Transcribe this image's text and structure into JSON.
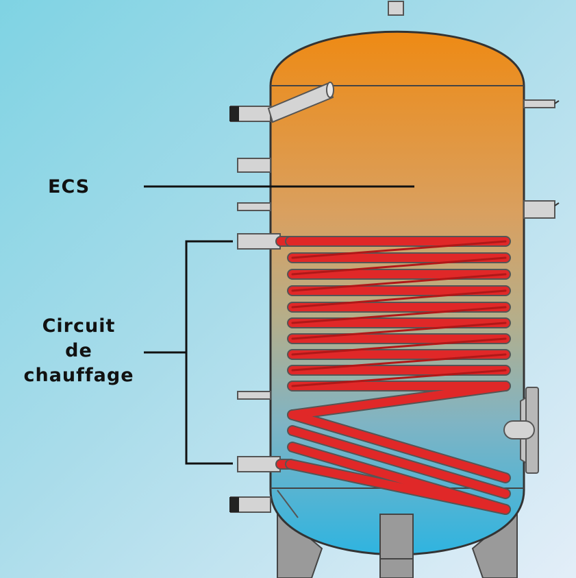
{
  "labels": {
    "ecs": "ECS",
    "circuit_line1": "Circuit",
    "circuit_line2": "de",
    "circuit_line3": "chauffage"
  },
  "colors": {
    "tank_top": "#ee8a14",
    "tank_bottom": "#2fb4e0",
    "coil": "#e02828",
    "pipe": "#d4d4d4",
    "leg": "#9a9a9a"
  }
}
